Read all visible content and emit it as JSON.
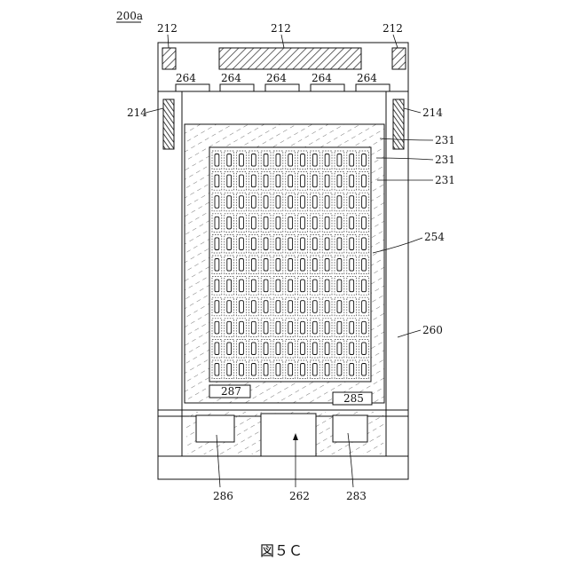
{
  "figure_id": "200a",
  "caption": "図５Ｃ",
  "labels": {
    "l212": "212",
    "l214": "214",
    "l264": "264",
    "l231": "231",
    "l254": "254",
    "l260": "260",
    "l287": "287",
    "l285": "285",
    "l286": "286",
    "l262": "262",
    "l283": "283"
  }
}
